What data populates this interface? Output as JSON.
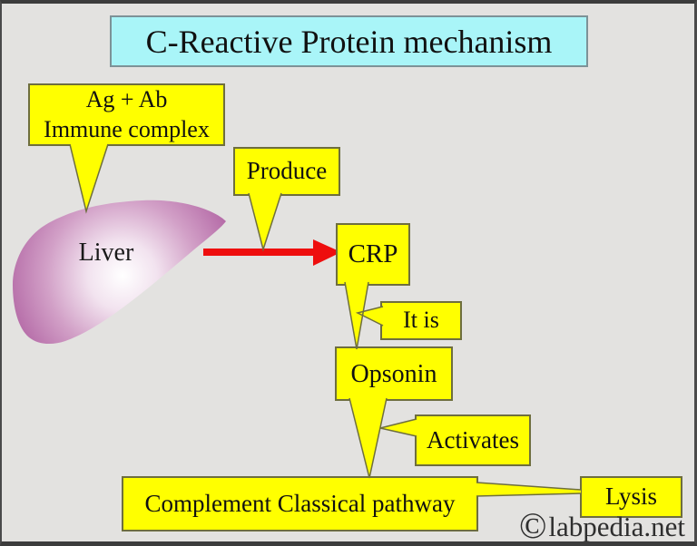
{
  "title": {
    "text": "C-Reactive Protein mechanism"
  },
  "diagram": {
    "immune_complex_line1": "Ag + Ab",
    "immune_complex_line2": "Immune complex",
    "liver_label": "Liver",
    "produce_label": "Produce",
    "crp_label": "CRP",
    "it_is_label": "It is",
    "opsonin_label": "Opsonin",
    "activates_label": "Activates",
    "complement_label": "Complement Classical pathway",
    "lysis_label": "Lysis"
  },
  "watermark": {
    "symbol": "©",
    "text": "labpedia.net"
  },
  "colors": {
    "background": "#e3e2e0",
    "frame_border": "#3c3c3c",
    "callout_fill": "#ffff00",
    "callout_border": "#6e6e3e",
    "title_fill": "#a9f5f8",
    "title_border": "#7d9297",
    "arrow_red": "#ee0e0e",
    "liver_edge": "#b164a3",
    "liver_center": "#fefcfe",
    "text": "#111111"
  }
}
